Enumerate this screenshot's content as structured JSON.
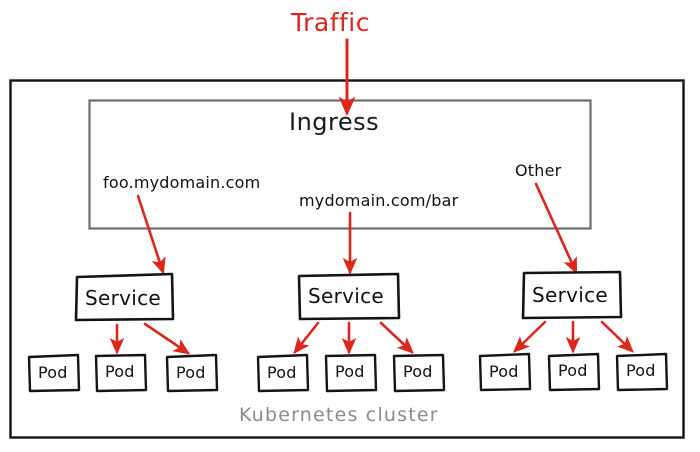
{
  "diagram": {
    "title": "Kubernetes Ingress routing diagram",
    "colors": {
      "arrow_red": "#e0251a",
      "box_black": "#141414",
      "frame_gray": "#6e6e6e",
      "cluster_text_gray": "#8c8c8c",
      "background": "#ffffff"
    },
    "traffic": {
      "label": "Traffic"
    },
    "ingress": {
      "label": "Ingress"
    },
    "cluster": {
      "label": "Kubernetes cluster"
    },
    "rules": [
      {
        "label": "foo.mydomain.com"
      },
      {
        "label": "mydomain.com/bar"
      },
      {
        "label": "Other"
      }
    ],
    "groups": [
      {
        "service": {
          "label": "Service"
        },
        "pods": [
          {
            "label": "Pod"
          },
          {
            "label": "Pod"
          },
          {
            "label": "Pod"
          }
        ]
      },
      {
        "service": {
          "label": "Service"
        },
        "pods": [
          {
            "label": "Pod"
          },
          {
            "label": "Pod"
          },
          {
            "label": "Pod"
          }
        ]
      },
      {
        "service": {
          "label": "Service"
        },
        "pods": [
          {
            "label": "Pod"
          },
          {
            "label": "Pod"
          },
          {
            "label": "Pod"
          }
        ]
      }
    ]
  }
}
